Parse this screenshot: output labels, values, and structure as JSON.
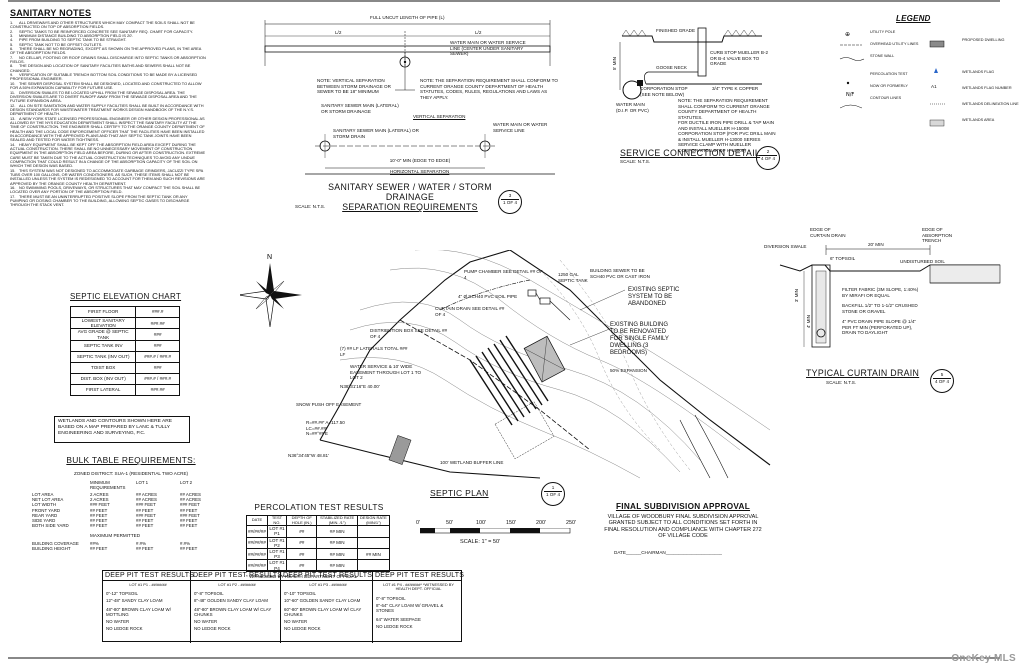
{
  "sanitary_notes": {
    "title": "SANITARY NOTES",
    "items": [
      "ALL DRIVEWAYS AND OTHER STRUCTURES WHICH MAY COMPACT THE SOILS SHALL NOT BE CONSTRUCTED ON TOP OF ABSORPTION FIELDS.",
      "SEPTIC TANKS TO BE REINFORCED CONCRETE SEE SANITARY REQ. CHART FOR CAPACITY.",
      "MINIMUM DISTANCE BUILDING TO ABSORPTION FIELD IS 20'.",
      "PIPE FROM BUILDING TO SEPTIC TANK TO BE STRAIGHT.",
      "SEPTIC TANK NOT TO BE OFFSET OUTLETS.",
      "THERE SHALL BE NO REGRADING, EXCEPT AS SHOWN ON THE APPROVED PLANS, IN THE AREA OF THE ABSORPTION FIELDS.",
      "NO CELLAR, FOOTING OR ROOF DRAINS SHALL DISCHARGE INTO SEPTIC TANKS OR ABSORPTION FIELDS.",
      "THE DESIGN AND LOCATION OF SANITARY FACILITIES BATHS AND SEWERS SHALL NOT BE CHANGED.",
      "VERIFICATION OF SUITABLE TRENCH BOTTOM SOIL CONDITIONS TO BE MADE BY A LICENSED PROFESSIONAL ENGINEER.",
      "THE SEWER DISPOSAL SYSTEM SHALL BE DESIGNED, LOCATED AND CONSTRUCTED TO ALLOW FOR A 50% EXPANSION CAPABILITY FOR FUTURE USE.",
      "DIVERSION SWALES TO BE LOCATED UPHILL FROM THE SEWAGE DISPOSAL AREA. THE DIVERSION SWALES ARE TO DIVERT RUNOFF AWAY FROM THE SEWAGE DISPOSAL AREA AND THE FUTURE EXPANSION AREA.",
      "ALL ON SITE SANITATION AND WATER SUPPLY FACILITIES SHALL BE BUILT IN ACCORDANCE WITH DESIGN STANDARDS FOR WASTEWATER TREATMENT WORKS DESIGN HANDBOOK OF THE N.Y.S. DEPARTMENT OF HEALTH.",
      "A NEW YORK STATE LICENSED PROFESSIONAL ENGINEER OR OTHER DESIGN PROFESSIONAL AS ALLOWED BY THE NYS EDUCATION DEPARTMENT SHALL INSPECT THE SANITARY FACILITY AT THE TIME OF CONSTRUCTION. THE ENGINEER SHALL CERTIFY TO THE ORANGE COUNTY DEPARTMENT OF HEALTH AND THE LOCAL CODE ENFORCEMENT OFFICER THAT THE FACILITIES HAVE BEEN INSTALLED IN ACCORDANCE WITH THE APPROVED PLANS AND THAT ANY SEPTIC TANK JOINTS HAVE BEEN SEALED AND TESTED FOR WATER TIGHTNESS.",
      "HEAVY EQUIPMENT SHALL BE KEPT OFF THE ABSORPTION FIELD AREA EXCEPT DURING THE ACTUAL CONSTRUCTION. THERE SHALL BE NO UNNECESSARY MOVEMENT OF CONSTRUCTION EQUIPMENT IN THE ABSORPTION FIELD AREA BEFORE, DURING OR AFTER CONSTRUCTION. EXTREME CARE MUST BE TAKEN DUE TO THE ACTUAL CONSTRUCTION TECHNIQUES TO AVOID ANY UNDUE COMPACTION THAT COULD RESULT IN A CHANGE OF THE ABSORPTION CAPACITY OF THE SOIL ON WHICH THE DESIGN WAS BASED.",
      "THIS SYSTEM WAS NOT DESIGNED TO ACCOMMODATE GARBAGE GRINDERS, JACUZZI TYPE SPA TUBS OVER 100 GALLONS, OR WATER CONDITIONERS. AS SUCH, THESE ITEMS SHALL NOT BE INSTALLED UNLESS THE SYSTEM IS REDESIGNED TO ACCOUNT FOR THEM AND SUCH REVISIONS ARE APPROVED BY THE ORANGE COUNTY HEALTH DEPARTMENT.",
      "NO SWIMMING POOLS, DRIVEWAYS, OR STRUCTURES THAT MAY COMPACT THE SOIL SHALL BE LOCATED OVER ANY PORTION OF THE ABSORPTION FIELD.",
      "THERE MUST BE AN UNINTERRUPTED POSITIVE SLOPE FROM THE SEPTIC TANK OR ANY PUMPING OR DOSING CHAMBER TO THE BUILDING, ALLOWING SEPTIC GASES TO DISCHARGE THROUGH THE STACK VENT."
    ]
  },
  "separation": {
    "full_length": "FULL UNCUT LENGTH OF PIPE (L)",
    "half_left": "L/2",
    "half_right": "L/2",
    "water_label": "WATER MAIN OR WATER SERVICE LINE (CENTER UNDER SANITARY SEWER)",
    "note1": "NOTE: VERTICAL SEPARATION BETWEEN STORM DRAINAGE OR SEWER TO BE 18\" MINIMUM",
    "sewer_label1": "SANITARY SEWER MAIN (LATERAL) OR STORM DRAINAGE",
    "note2": "NOTE: THE SEPARATION REQUIREMENT SHALL CONFORM TO CURRENT ORANGE COUNTY DEPARTMENT OF HEALTH STATUTES, CODES, RULES, REGULATIONS AND LAWS AS THEY APPLY.",
    "vertical_sep": "VERTICAL SEPARATION",
    "sewer_label2": "SANITARY SEWER MAIN (LATERAL) OR STORM DRAIN",
    "water_label2": "WATER MAIN OR WATER SERVICE LINE",
    "h_dim": "10'-0\" MIN (EDGE TO EDGE)",
    "horizontal_sep": "HORIZONTAL SEPARATION",
    "title_line1": "SANITARY SEWER / WATER / STORM DRAINAGE",
    "title_line2": "SEPARATION REQUIREMENTS",
    "scale": "SCALE: N.T.S.",
    "ref_num": "3",
    "ref_sheet": "1 OF 4"
  },
  "service": {
    "finished_grade": "FINISHED GRADE",
    "curb_stop": "CURB STOP MUELLER B-2 OR B-4 VALVE BOX TO GRADE",
    "goose_neck": "GOOSE NECK",
    "depth": "5' MIN",
    "corp_stop": "CORPORATION STOP (SEE NOTE BELOW)",
    "copper": "3/4\" TYPE K COPPER",
    "note": "NOTE: THE SEPARATION REQUIREMENT SHALL CONFORM TO CURRENT ORANGE COUNTY DEPARTMENT OF HEALTH STATUTES.",
    "tapping": "FOR DUCTILE IRON PIPE DRILL & TAP MAIN AND INSTALL MUELLER H-15008 CORPORATION STOP (FOR PVC DRILL MAIN & INSTALL MUELLER H-13000 SERIES SERVICE CLAMP WITH MUELLER CORPORATION STOP H-15008)",
    "main": "WATER MAIN (D.I.P. OR PVC)",
    "title": "SERVICE CONNECTION DETAIL",
    "scale": "SCALE: N.T.S.",
    "ref_num": "2",
    "ref_sheet": "4 OF 4"
  },
  "legend": {
    "title": "LEGEND",
    "left": [
      "UTILITY POLE",
      "OVERHEAD UTILITY LINES",
      "STONE WALL",
      "",
      "PERCOLATION TEST",
      "NOW OR FORMERLY",
      "CONTOUR LINES"
    ],
    "right": [
      "PROPOSED DWELLING",
      "",
      "WETLANDS FLAG",
      "WETLANDS FLAG NUMBER",
      "WETLANDS DELINEATION LINE",
      "WETLANDS AREA"
    ],
    "flag_number": "A1",
    "colors": {
      "wetlands_flag": "#2a66c9",
      "dwelling_fill": "#8a8a8a"
    }
  },
  "curtain": {
    "edge_drain": "EDGE OF CURTAIN DRAIN",
    "edge_trench": "EDGE OF ABSORPTION TRENCH",
    "dim": "20' MIN",
    "swale": "DIVERSION SWALE",
    "topsoil": "6\" TOPSOIL",
    "undisturbed": "UNDISTURBED SOIL",
    "fabric": "FILTER FABRIC (3M SLOPE, 1:40%) BY MIRAFI OR EQUAL",
    "backfill": "BACKFILL 1/2\" TO 1-1/2\" CRUSHED STONE OR GRAVEL",
    "pipe": "4\" PVC DRAIN PIPE SLOPE @ 1/4\" PER FT MIN (PERFORATED UP), DRAIN TO DAYLIGHT",
    "depth1": "3' MIN",
    "depth2": "4' MIN",
    "title": "TYPICAL CURTAIN DRAIN",
    "scale": "SCALE: N.T.S.",
    "ref_num": "5",
    "ref_sheet": "4 OF 4"
  },
  "septic_elevation": {
    "title": "SEPTIC ELEVATION CHART",
    "rows": [
      [
        "FIRST FLOOR",
        "###.#"
      ],
      [
        "LOWEST SANITARY ELEVATION",
        "###.##"
      ],
      [
        "AVG GRADE @ SEPTIC TANK",
        "###"
      ],
      [
        "SEPTIC TANK INV",
        "###"
      ],
      [
        "SEPTIC TANK (INV OUT)",
        "###.# / ###.#"
      ],
      [
        "TOIST BOX",
        "###"
      ],
      [
        "DIST. BOX (INV OUT)",
        "###.# / ###.#"
      ],
      [
        "FIRST LATERAL",
        "###.##"
      ]
    ]
  },
  "wetlands_note": "WETLANDS AND CONTOURS SHOWN HERE ARE BASED ON A MAP PREPARED BY LANC & TULLY ENGINEERING AND SURVEYING, P.C.",
  "bulk": {
    "title": "BULK TABLE REQUIREMENTS:",
    "zone": "ZONED DISTRICT: SUA-1 (RESIDENTIAL TWO ACRE)",
    "headers": [
      "",
      "MINIMUM REQUIREMENTS",
      "LOT 1",
      "LOT 2"
    ],
    "rows": [
      [
        "LOT AREA",
        "2 ACRES",
        "## ACRES",
        "## ACRES"
      ],
      [
        "NET LOT AREA",
        "2 ACRES",
        "## ACRES",
        "## ACRES"
      ],
      [
        "LOT WIDTH",
        "### FEET",
        "### FEET",
        "### FEET"
      ],
      [
        "FRONT YARD",
        "## FEET",
        "## FEET",
        "## FEET"
      ],
      [
        "REAR YARD",
        "## FEET",
        "### FEET",
        "### FEET"
      ],
      [
        "SIDE YARD",
        "## FEET",
        "## FEET",
        "## FEET"
      ],
      [
        "BOTH SIDE YARD",
        "## FEET",
        "## FEET",
        "## FEET"
      ]
    ],
    "permitted": "MAXIMUM PERMITTED",
    "rows2": [
      [
        "BUILDING COVERAGE",
        "##%",
        "#.#%",
        "#.#%"
      ],
      [
        "BUILDING HEIGHT",
        "## FEET",
        "## FEET",
        "## FEET"
      ]
    ]
  },
  "perc": {
    "title": "PERCOLATION TEST RESULTS",
    "headers": [
      "DATE",
      "TEST NO.",
      "DEPTH OF HOLE (IN.)",
      "STABILIZED RATE (MIN. /1\")",
      "DESIGN RATE (MIN/1\")"
    ],
    "rows": [
      [
        "##/##/##",
        "LOT #1 P1",
        "##",
        "## MIN",
        ""
      ],
      [
        "##/##/##",
        "LOT #1 P2",
        "##",
        "## MIN",
        ""
      ],
      [
        "##/##/##",
        "LOT #1 P3",
        "##",
        "## MIN",
        "## MIN"
      ],
      [
        "##/##/##",
        "LOT #1 P4",
        "##",
        "## MIN",
        ""
      ]
    ],
    "footnote": "* WITNESSED BY HEALTH DEPARTMENT OFFICIAL"
  },
  "septic_plan": {
    "title": "SEPTIC PLAN",
    "scale_label": "SCALE: 1\" = 50'",
    "ticks": [
      "0'",
      "50'",
      "100'",
      "150'",
      "200'",
      "250'"
    ],
    "ref_num": "1",
    "ref_sheet": "1 OF 4"
  },
  "plan_notes": {
    "existing_septic": "EXISTING SEPTIC SYSTEM TO BE ABANDONED",
    "existing_building": "EXISTING BUILDING TO BE RENOVATED FOR SINGLE FAMILY DWELLING (3 BEDROOMS)",
    "pump": "PUMP CHAMBER SEE DETAIL ## OF 4",
    "sewer": "4\" Ø SCH40 PVC SOIL PIPE",
    "curtain": "CURTAIN DRAIN SEE DETAIL ## OF 4",
    "dist": "DISTRIBUTION BOX SEE DETAIL ## OF 4",
    "laterals": "(7) ## LF LATERALS TOTAL ### LF",
    "easement": "WATER SERVICE & 10' WIDE EASEMENT THROUGH LOT 1 TO LOT 2",
    "bearing1": "N38°31'16\"E 40.00'",
    "snow": "SNOW PUSH OFF EASEMENT",
    "curve": "R=##.##' A=117.50 LC=##.##' N=##°##'E",
    "bearing2": "N36°34'45\"W 48.81'",
    "building_sewer": "BUILDING SEWER TO BE SCH40 PVC OR CAST IRON",
    "expansion": "50% EXPANSION",
    "buffer": "100' WETLAND BUFFER LINE",
    "septic_tank": "1250 GAL SEPTIC TANK"
  },
  "approval": {
    "title": "FINAL SUBDIVISION APPROVAL",
    "body": "VILLAGE OF WOODBURY FINAL SUBDIVISION APPROVAL GRANTED SUBJECT TO ALL CONDITIONS SET FORTH IN FINAL RESOLUTION AND COMPLIANCE WITH CHAPTER 272 OF VILLAGE CODE",
    "date": "DATE______CHAIRMAN______________________"
  },
  "deep_pit": [
    {
      "title": "DEEP PIT TEST RESULTS",
      "sub": "LOT #1 P1 - ##/##/##",
      "rows": [
        "0\"-12\"   TOPSOIL",
        "12\"-48\"   SANDY CLAY LOAM",
        "48\"-80\"   BROWN CLAY LOAM W/ MOTTLING",
        "NO WATER",
        "NO LEDGE ROCK"
      ]
    },
    {
      "title": "DEEP PIT TEST RESULTS",
      "sub": "LOT #1 P2 - ##/##/##",
      "rows": [
        "0\"-8\"   TOPSOIL",
        "8\"-48\"   GOLDEN SANDY CLAY LOAM",
        "48\"-80\"   BROWN CLAY LOAM W/ CLAY CHUNKS",
        "NO WATER",
        "NO LEDGE ROCK"
      ]
    },
    {
      "title": "DEEP PIT TEST RESULTS",
      "sub": "LOT #1 P3 - ##/##/##",
      "rows": [
        "0\"-10\"   TOPSOIL",
        "10\"-60\"   GOLDEN SANDY CLAY LOAM",
        "60\"-80\"   BROWN CLAY LOAM W/ CLAY CHUNKS",
        "NO WATER",
        "NO LEDGE ROCK"
      ]
    },
    {
      "title": "DEEP PIT TEST RESULTS",
      "sub": "LOT #1 P4 - ##/##/##* *WITNESSED BY HEALTH DEPT. OFFICIAL",
      "rows": [
        "0\"-8\"   TOPSOIL",
        "8\"-64\"   CLAY LOAM W/ GRAVEL & STONES",
        "64\"   WATER SEEPAGE",
        "NO LEDGE ROCK"
      ]
    }
  ],
  "watermark": "OneKey MLS"
}
